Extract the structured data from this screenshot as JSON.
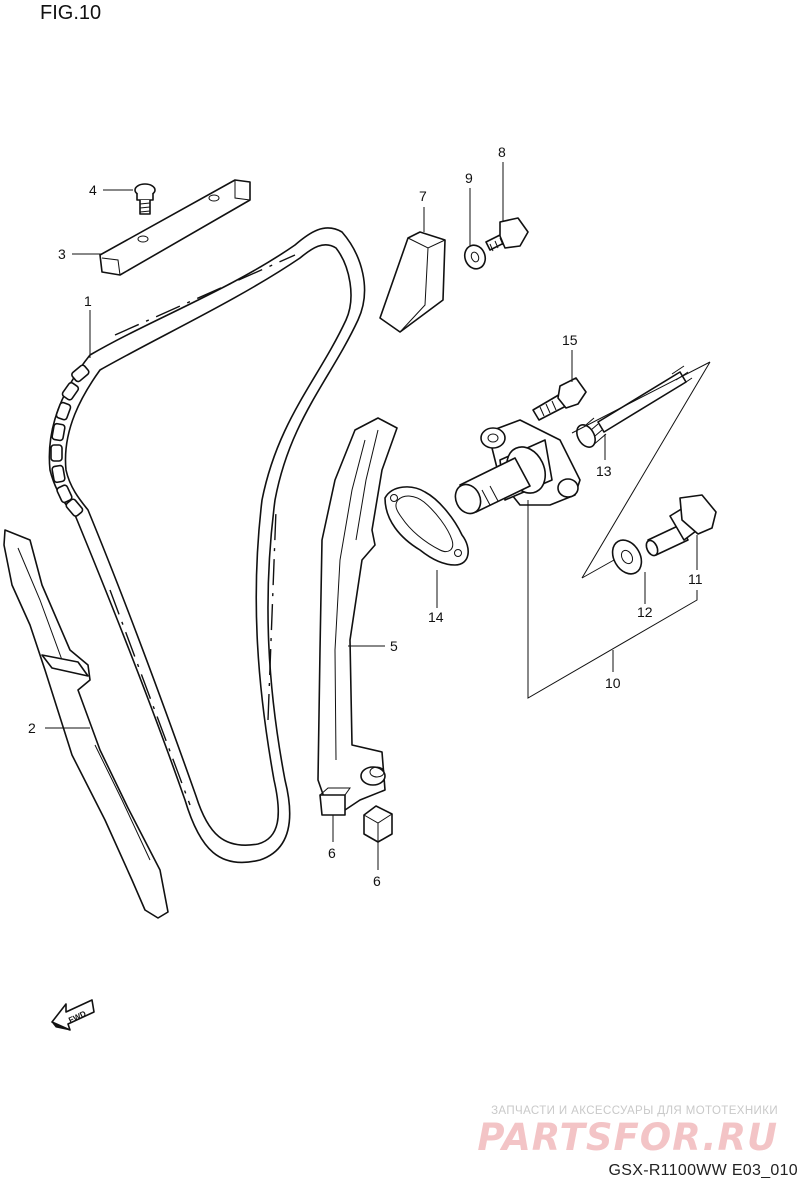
{
  "figure": {
    "title": "FIG.10"
  },
  "callouts": {
    "c1": "1",
    "c2": "2",
    "c3": "3",
    "c4": "4",
    "c5": "5",
    "c6a": "6",
    "c6b": "6",
    "c7": "7",
    "c8": "8",
    "c9": "9",
    "c10": "10",
    "c11": "11",
    "c12": "12",
    "c13": "13",
    "c14": "14",
    "c15": "15"
  },
  "direction_badge": "FWD",
  "watermark": {
    "tagline": "ЗАПЧАСТИ И АКСЕССУАРЫ ДЛЯ МОТОТЕХНИКИ",
    "logo": "PARTSFOR.RU"
  },
  "footer": {
    "code": "GSX-R1100WW  E03_010"
  }
}
